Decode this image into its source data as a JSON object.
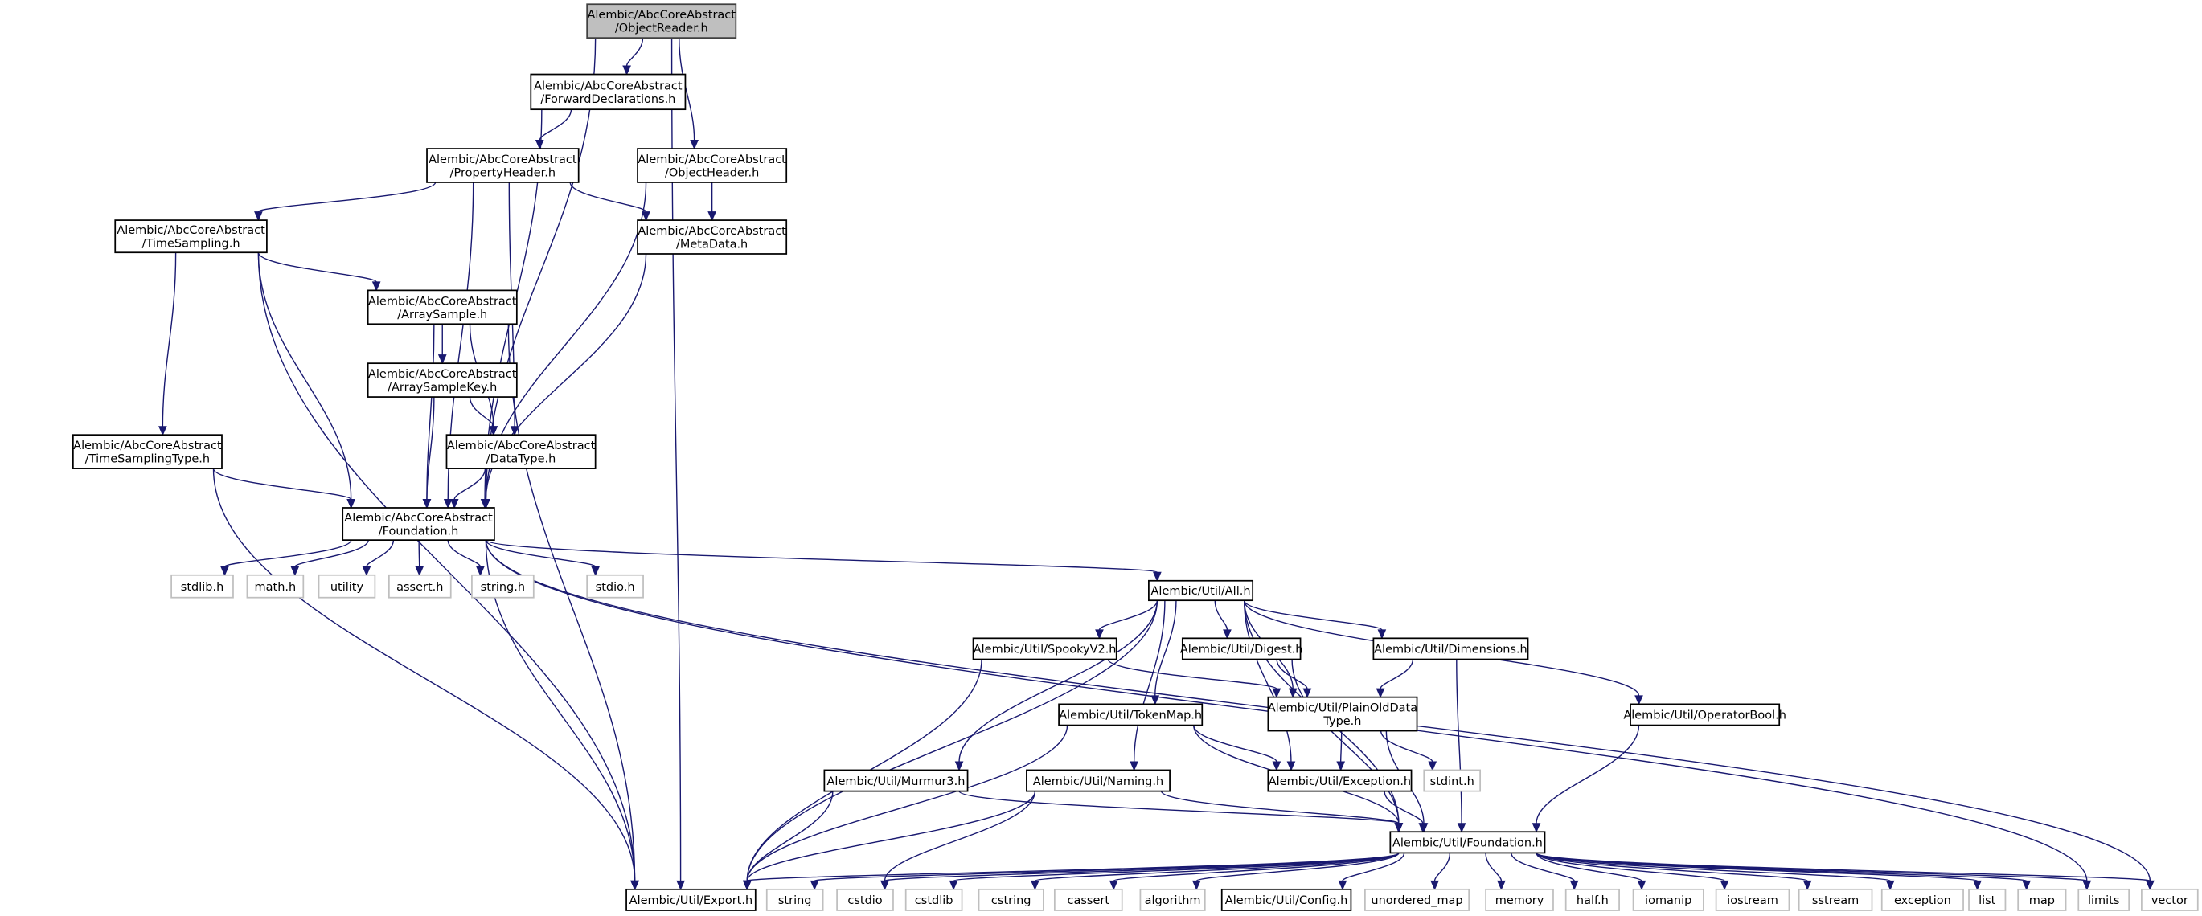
{
  "diagram": {
    "title": "Include dependency graph for Alembic/AbcCoreAbstract/ObjectReader.h",
    "colors": {
      "edge": "#191970",
      "root_fill": "#bfbfbf",
      "root_border": "#404040",
      "local_border": "#000000",
      "system_border": "#bfbfbf"
    },
    "nodes": [
      {
        "id": "ObjectReader",
        "label": [
          "Alembic/AbcCoreAbstract",
          "/ObjectReader.h"
        ],
        "kind": "root"
      },
      {
        "id": "ForwardDeclarations",
        "label": [
          "Alembic/AbcCoreAbstract",
          "/ForwardDeclarations.h"
        ],
        "kind": "local"
      },
      {
        "id": "PropertyHeader",
        "label": [
          "Alembic/AbcCoreAbstract",
          "/PropertyHeader.h"
        ],
        "kind": "local"
      },
      {
        "id": "ObjectHeader",
        "label": [
          "Alembic/AbcCoreAbstract",
          "/ObjectHeader.h"
        ],
        "kind": "local"
      },
      {
        "id": "TimeSampling",
        "label": [
          "Alembic/AbcCoreAbstract",
          "/TimeSampling.h"
        ],
        "kind": "local"
      },
      {
        "id": "MetaData",
        "label": [
          "Alembic/AbcCoreAbstract",
          "/MetaData.h"
        ],
        "kind": "local"
      },
      {
        "id": "ArraySample",
        "label": [
          "Alembic/AbcCoreAbstract",
          "/ArraySample.h"
        ],
        "kind": "local"
      },
      {
        "id": "ArraySampleKey",
        "label": [
          "Alembic/AbcCoreAbstract",
          "/ArraySampleKey.h"
        ],
        "kind": "local"
      },
      {
        "id": "TimeSamplingType",
        "label": [
          "Alembic/AbcCoreAbstract",
          "/TimeSamplingType.h"
        ],
        "kind": "local"
      },
      {
        "id": "DataType",
        "label": [
          "Alembic/AbcCoreAbstract",
          "/DataType.h"
        ],
        "kind": "local"
      },
      {
        "id": "AbcFoundation",
        "label": [
          "Alembic/AbcCoreAbstract",
          "/Foundation.h"
        ],
        "kind": "local"
      },
      {
        "id": "stdlib_h",
        "label": [
          "stdlib.h"
        ],
        "kind": "sys"
      },
      {
        "id": "math_h",
        "label": [
          "math.h"
        ],
        "kind": "sys"
      },
      {
        "id": "utility",
        "label": [
          "utility"
        ],
        "kind": "sys"
      },
      {
        "id": "assert_h",
        "label": [
          "assert.h"
        ],
        "kind": "sys"
      },
      {
        "id": "string_h",
        "label": [
          "string.h"
        ],
        "kind": "sys"
      },
      {
        "id": "stdio_h",
        "label": [
          "stdio.h"
        ],
        "kind": "sys"
      },
      {
        "id": "All",
        "label": [
          "Alembic/Util/All.h"
        ],
        "kind": "local"
      },
      {
        "id": "SpookyV2",
        "label": [
          "Alembic/Util/SpookyV2.h"
        ],
        "kind": "local"
      },
      {
        "id": "Digest",
        "label": [
          "Alembic/Util/Digest.h"
        ],
        "kind": "local"
      },
      {
        "id": "Dimensions",
        "label": [
          "Alembic/Util/Dimensions.h"
        ],
        "kind": "local"
      },
      {
        "id": "TokenMap",
        "label": [
          "Alembic/Util/TokenMap.h"
        ],
        "kind": "local"
      },
      {
        "id": "PlainOldDataType",
        "label": [
          "Alembic/Util/PlainOldData",
          "Type.h"
        ],
        "kind": "local"
      },
      {
        "id": "OperatorBool",
        "label": [
          "Alembic/Util/OperatorBool.h"
        ],
        "kind": "local"
      },
      {
        "id": "Murmur3",
        "label": [
          "Alembic/Util/Murmur3.h"
        ],
        "kind": "local"
      },
      {
        "id": "Naming",
        "label": [
          "Alembic/Util/Naming.h"
        ],
        "kind": "local"
      },
      {
        "id": "Exception",
        "label": [
          "Alembic/Util/Exception.h"
        ],
        "kind": "local"
      },
      {
        "id": "stdint_h",
        "label": [
          "stdint.h"
        ],
        "kind": "sys"
      },
      {
        "id": "UtilFoundation",
        "label": [
          "Alembic/Util/Foundation.h"
        ],
        "kind": "local"
      },
      {
        "id": "Export",
        "label": [
          "Alembic/Util/Export.h"
        ],
        "kind": "local"
      },
      {
        "id": "string",
        "label": [
          "string"
        ],
        "kind": "sys"
      },
      {
        "id": "cstdio",
        "label": [
          "cstdio"
        ],
        "kind": "sys"
      },
      {
        "id": "cstdlib",
        "label": [
          "cstdlib"
        ],
        "kind": "sys"
      },
      {
        "id": "cstring",
        "label": [
          "cstring"
        ],
        "kind": "sys"
      },
      {
        "id": "cassert",
        "label": [
          "cassert"
        ],
        "kind": "sys"
      },
      {
        "id": "algorithm",
        "label": [
          "algorithm"
        ],
        "kind": "sys"
      },
      {
        "id": "Config",
        "label": [
          "Alembic/Util/Config.h"
        ],
        "kind": "local"
      },
      {
        "id": "unordered_map",
        "label": [
          "unordered_map"
        ],
        "kind": "sys"
      },
      {
        "id": "memory",
        "label": [
          "memory"
        ],
        "kind": "sys"
      },
      {
        "id": "half_h",
        "label": [
          "half.h"
        ],
        "kind": "sys"
      },
      {
        "id": "iomanip",
        "label": [
          "iomanip"
        ],
        "kind": "sys"
      },
      {
        "id": "iostream",
        "label": [
          "iostream"
        ],
        "kind": "sys"
      },
      {
        "id": "sstream",
        "label": [
          "sstream"
        ],
        "kind": "sys"
      },
      {
        "id": "exception",
        "label": [
          "exception"
        ],
        "kind": "sys"
      },
      {
        "id": "list",
        "label": [
          "list"
        ],
        "kind": "sys"
      },
      {
        "id": "map",
        "label": [
          "map"
        ],
        "kind": "sys"
      },
      {
        "id": "limits",
        "label": [
          "limits"
        ],
        "kind": "sys"
      },
      {
        "id": "vector",
        "label": [
          "vector"
        ],
        "kind": "sys"
      }
    ],
    "edges": [
      [
        "ObjectReader",
        "ForwardDeclarations"
      ],
      [
        "ObjectReader",
        "ObjectHeader"
      ],
      [
        "ObjectReader",
        "AbcFoundation"
      ],
      [
        "ObjectReader",
        "Export"
      ],
      [
        "ForwardDeclarations",
        "PropertyHeader"
      ],
      [
        "ForwardDeclarations",
        "AbcFoundation"
      ],
      [
        "PropertyHeader",
        "TimeSampling"
      ],
      [
        "PropertyHeader",
        "MetaData"
      ],
      [
        "PropertyHeader",
        "DataType"
      ],
      [
        "PropertyHeader",
        "AbcFoundation"
      ],
      [
        "ObjectHeader",
        "MetaData"
      ],
      [
        "ObjectHeader",
        "AbcFoundation"
      ],
      [
        "MetaData",
        "AbcFoundation"
      ],
      [
        "TimeSampling",
        "ArraySample"
      ],
      [
        "TimeSampling",
        "TimeSamplingType"
      ],
      [
        "TimeSampling",
        "AbcFoundation"
      ],
      [
        "TimeSampling",
        "Export"
      ],
      [
        "ArraySample",
        "ArraySampleKey"
      ],
      [
        "ArraySample",
        "DataType"
      ],
      [
        "ArraySample",
        "AbcFoundation"
      ],
      [
        "ArraySample",
        "Export"
      ],
      [
        "ArraySampleKey",
        "DataType"
      ],
      [
        "ArraySampleKey",
        "AbcFoundation"
      ],
      [
        "TimeSamplingType",
        "AbcFoundation"
      ],
      [
        "TimeSamplingType",
        "Export"
      ],
      [
        "DataType",
        "AbcFoundation"
      ],
      [
        "AbcFoundation",
        "stdlib_h"
      ],
      [
        "AbcFoundation",
        "math_h"
      ],
      [
        "AbcFoundation",
        "utility"
      ],
      [
        "AbcFoundation",
        "assert_h"
      ],
      [
        "AbcFoundation",
        "string_h"
      ],
      [
        "AbcFoundation",
        "stdio_h"
      ],
      [
        "AbcFoundation",
        "All"
      ],
      [
        "AbcFoundation",
        "Export"
      ],
      [
        "AbcFoundation",
        "limits"
      ],
      [
        "AbcFoundation",
        "vector"
      ],
      [
        "All",
        "SpookyV2"
      ],
      [
        "All",
        "Digest"
      ],
      [
        "All",
        "Dimensions"
      ],
      [
        "All",
        "TokenMap"
      ],
      [
        "All",
        "PlainOldDataType"
      ],
      [
        "All",
        "OperatorBool"
      ],
      [
        "All",
        "Murmur3"
      ],
      [
        "All",
        "Naming"
      ],
      [
        "All",
        "Exception"
      ],
      [
        "All",
        "UtilFoundation"
      ],
      [
        "All",
        "Export"
      ],
      [
        "SpookyV2",
        "PlainOldDataType"
      ],
      [
        "SpookyV2",
        "Export"
      ],
      [
        "Digest",
        "PlainOldDataType"
      ],
      [
        "Digest",
        "UtilFoundation"
      ],
      [
        "Dimensions",
        "PlainOldDataType"
      ],
      [
        "Dimensions",
        "UtilFoundation"
      ],
      [
        "TokenMap",
        "Exception"
      ],
      [
        "TokenMap",
        "UtilFoundation"
      ],
      [
        "TokenMap",
        "Export"
      ],
      [
        "PlainOldDataType",
        "Exception"
      ],
      [
        "PlainOldDataType",
        "stdint_h"
      ],
      [
        "PlainOldDataType",
        "UtilFoundation"
      ],
      [
        "OperatorBool",
        "UtilFoundation"
      ],
      [
        "Murmur3",
        "UtilFoundation"
      ],
      [
        "Murmur3",
        "Export"
      ],
      [
        "Naming",
        "UtilFoundation"
      ],
      [
        "Naming",
        "Export"
      ],
      [
        "Naming",
        "cstdio"
      ],
      [
        "Exception",
        "UtilFoundation"
      ],
      [
        "UtilFoundation",
        "Export"
      ],
      [
        "UtilFoundation",
        "string"
      ],
      [
        "UtilFoundation",
        "cstdio"
      ],
      [
        "UtilFoundation",
        "cstdlib"
      ],
      [
        "UtilFoundation",
        "cstring"
      ],
      [
        "UtilFoundation",
        "cassert"
      ],
      [
        "UtilFoundation",
        "algorithm"
      ],
      [
        "UtilFoundation",
        "Config"
      ],
      [
        "UtilFoundation",
        "unordered_map"
      ],
      [
        "UtilFoundation",
        "memory"
      ],
      [
        "UtilFoundation",
        "half_h"
      ],
      [
        "UtilFoundation",
        "iomanip"
      ],
      [
        "UtilFoundation",
        "iostream"
      ],
      [
        "UtilFoundation",
        "sstream"
      ],
      [
        "UtilFoundation",
        "exception"
      ],
      [
        "UtilFoundation",
        "list"
      ],
      [
        "UtilFoundation",
        "map"
      ],
      [
        "UtilFoundation",
        "limits"
      ],
      [
        "UtilFoundation",
        "vector"
      ]
    ]
  }
}
